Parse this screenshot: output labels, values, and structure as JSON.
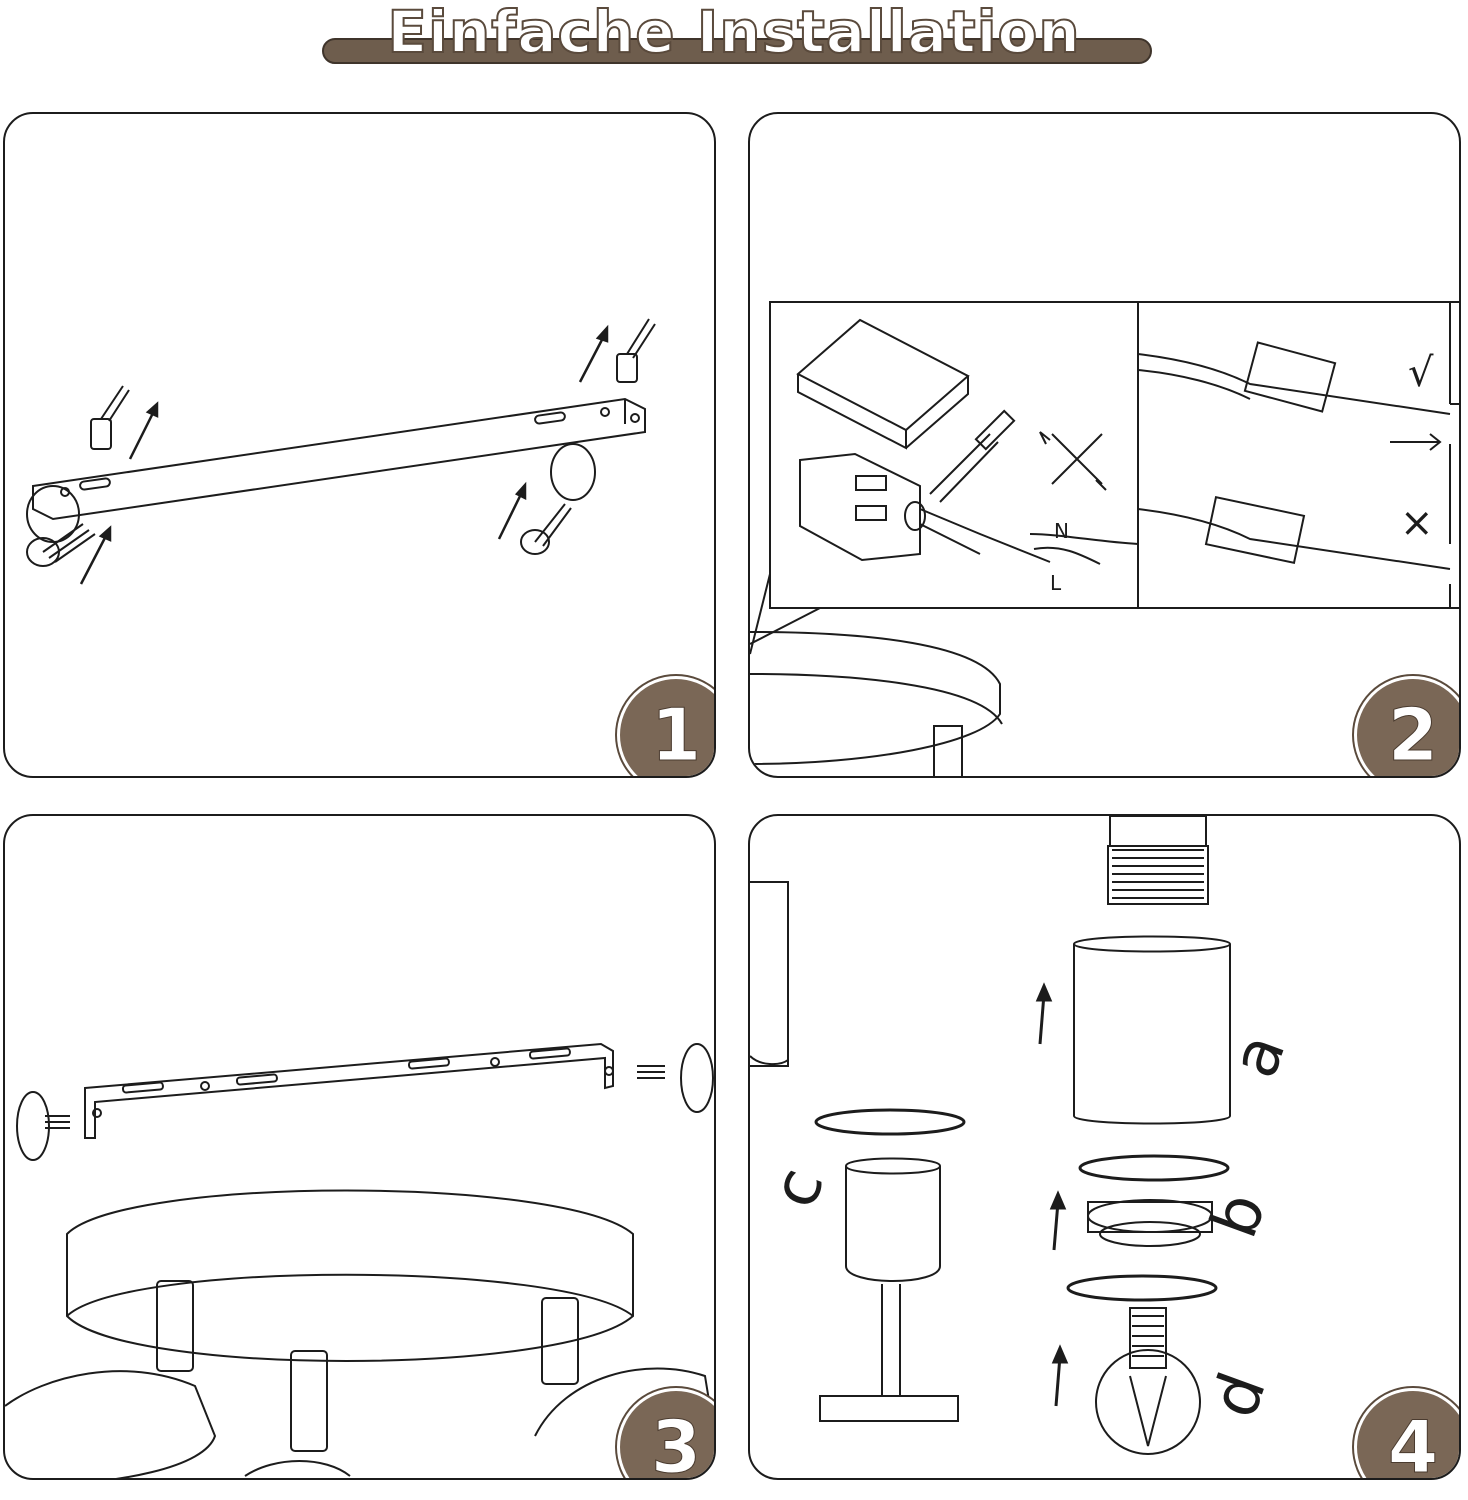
{
  "title": "Einfache Installation",
  "steps": [
    {
      "number": "1"
    },
    {
      "number": "2",
      "wire_labels": {
        "neutral": "N",
        "live": "L"
      },
      "check_mark": "√",
      "cross_mark": "×"
    },
    {
      "number": "3"
    },
    {
      "number": "4",
      "part_labels": {
        "a": "a",
        "b": "b",
        "c": "c",
        "d": "d"
      }
    }
  ],
  "colors": {
    "badge": "#7a6756",
    "title_bar": "#6e5d4d",
    "line": "#1c1c1c"
  }
}
